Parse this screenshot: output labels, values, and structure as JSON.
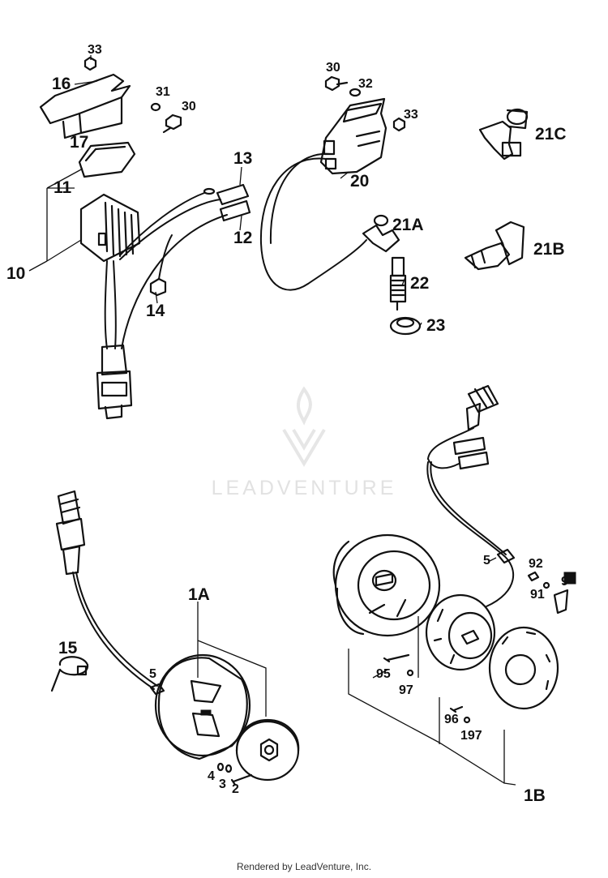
{
  "watermark": {
    "brand": "LEADVENTURE"
  },
  "footer": {
    "text": "Rendered by LeadVenture, Inc."
  },
  "callouts": {
    "c33a": "33",
    "c16": "16",
    "c17": "17",
    "c31": "31",
    "c30a": "30",
    "c11": "11",
    "c10": "10",
    "c13": "13",
    "c12": "12",
    "c14": "14",
    "c30b": "30",
    "c32": "32",
    "c33b": "33",
    "c20": "20",
    "c21c": "21C",
    "c21a": "21A",
    "c21b": "21B",
    "c22": "22",
    "c23": "23",
    "c1a": "1A",
    "c15": "15",
    "c5a": "5",
    "c4": "4",
    "c3": "3",
    "c2": "2",
    "c5b": "5",
    "c92": "92",
    "c91": "91",
    "c9x": "9",
    "c95": "95",
    "c97": "97",
    "c96": "96",
    "c197": "197",
    "c1b": "1B"
  }
}
